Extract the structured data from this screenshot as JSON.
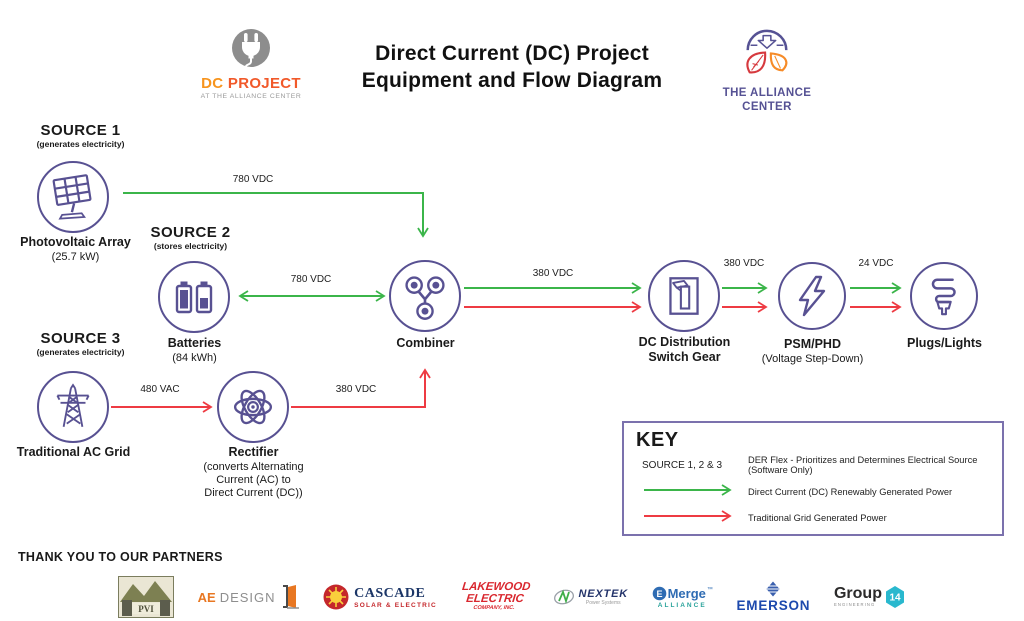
{
  "colors": {
    "purple": "#585192",
    "green": "#3bb54a",
    "red": "#ee3b43",
    "dc_orange": "#f7941d",
    "dc_red_orange": "#f1592a",
    "alliance_purple": "#565294",
    "alliance_crimson": "#d6393e",
    "alliance_orange": "#f68b28"
  },
  "header": {
    "dc_logo": {
      "dc": "DC ",
      "project": "PROJECT",
      "tagline": "AT THE ALLIANCE CENTER"
    },
    "title": "Direct Current (DC) Project\nEquipment and Flow Diagram",
    "alliance_logo": {
      "name": "THE ALLIANCE\nCENTER"
    }
  },
  "diagram": {
    "source1": {
      "title": "SOURCE 1",
      "subtitle": "(generates electricity)"
    },
    "source2": {
      "title": "SOURCE 2",
      "subtitle": "(stores electricity)"
    },
    "source3": {
      "title": "SOURCE 3",
      "subtitle": "(generates electricity)"
    },
    "pv": {
      "label": "Photovoltaic Array",
      "sublabel": "(25.7 kW)"
    },
    "batteries": {
      "label": "Batteries",
      "sublabel": "(84 kWh)"
    },
    "grid": {
      "label": "Traditional AC Grid"
    },
    "rectifier": {
      "label": "Rectifier",
      "sublabel": "(converts Alternating\nCurrent (AC) to\nDirect Current (DC))"
    },
    "combiner": {
      "label": "Combiner"
    },
    "switchgear": {
      "label": "DC Distribution\nSwitch Gear"
    },
    "psm": {
      "label": "PSM/PHD",
      "sublabel": "(Voltage Step-Down)"
    },
    "plugs": {
      "label": "Plugs/Lights"
    },
    "flows": {
      "pv_to_combiner": "780 VDC",
      "batteries_combiner": "780 VDC",
      "grid_to_rectifier": "480 VAC",
      "rectifier_to_combiner": "380 VDC",
      "combiner_to_switchgear": "380 VDC",
      "switchgear_to_psm": "380 VDC",
      "psm_to_plugs": "24 VDC"
    }
  },
  "key": {
    "title": "KEY",
    "row1_label": "SOURCE 1, 2 & 3",
    "row1_text": "DER Flex - Prioritizes and Determines Electrical Source (Software Only)",
    "green_text": "Direct Current (DC) Renewably Generated Power",
    "red_text": "Traditional Grid Generated Power"
  },
  "partners": {
    "heading": "THANK YOU TO OUR PARTNERS",
    "pvi": {
      "name": "PVI"
    },
    "ae_design": {
      "name": "AE",
      "suffix": "DESIGN"
    },
    "cascade": {
      "name": "CASCADE",
      "tagline": "SOLAR & ELECTRIC"
    },
    "lakewood": {
      "line1": "LAKEWOOD",
      "line2": "ELECTRIC",
      "line3": "COMPANY, INC."
    },
    "nextek": {
      "name": "NEXTEK",
      "tagline": "Power Systems"
    },
    "emerge": {
      "icon_letter": "E",
      "name": "Merge",
      "tm": "™",
      "tagline": "ALLIANCE"
    },
    "emerson": {
      "name": "EMERSON"
    },
    "group14": {
      "name": "Group",
      "number": "14",
      "tagline": "ENGINEERING"
    }
  }
}
